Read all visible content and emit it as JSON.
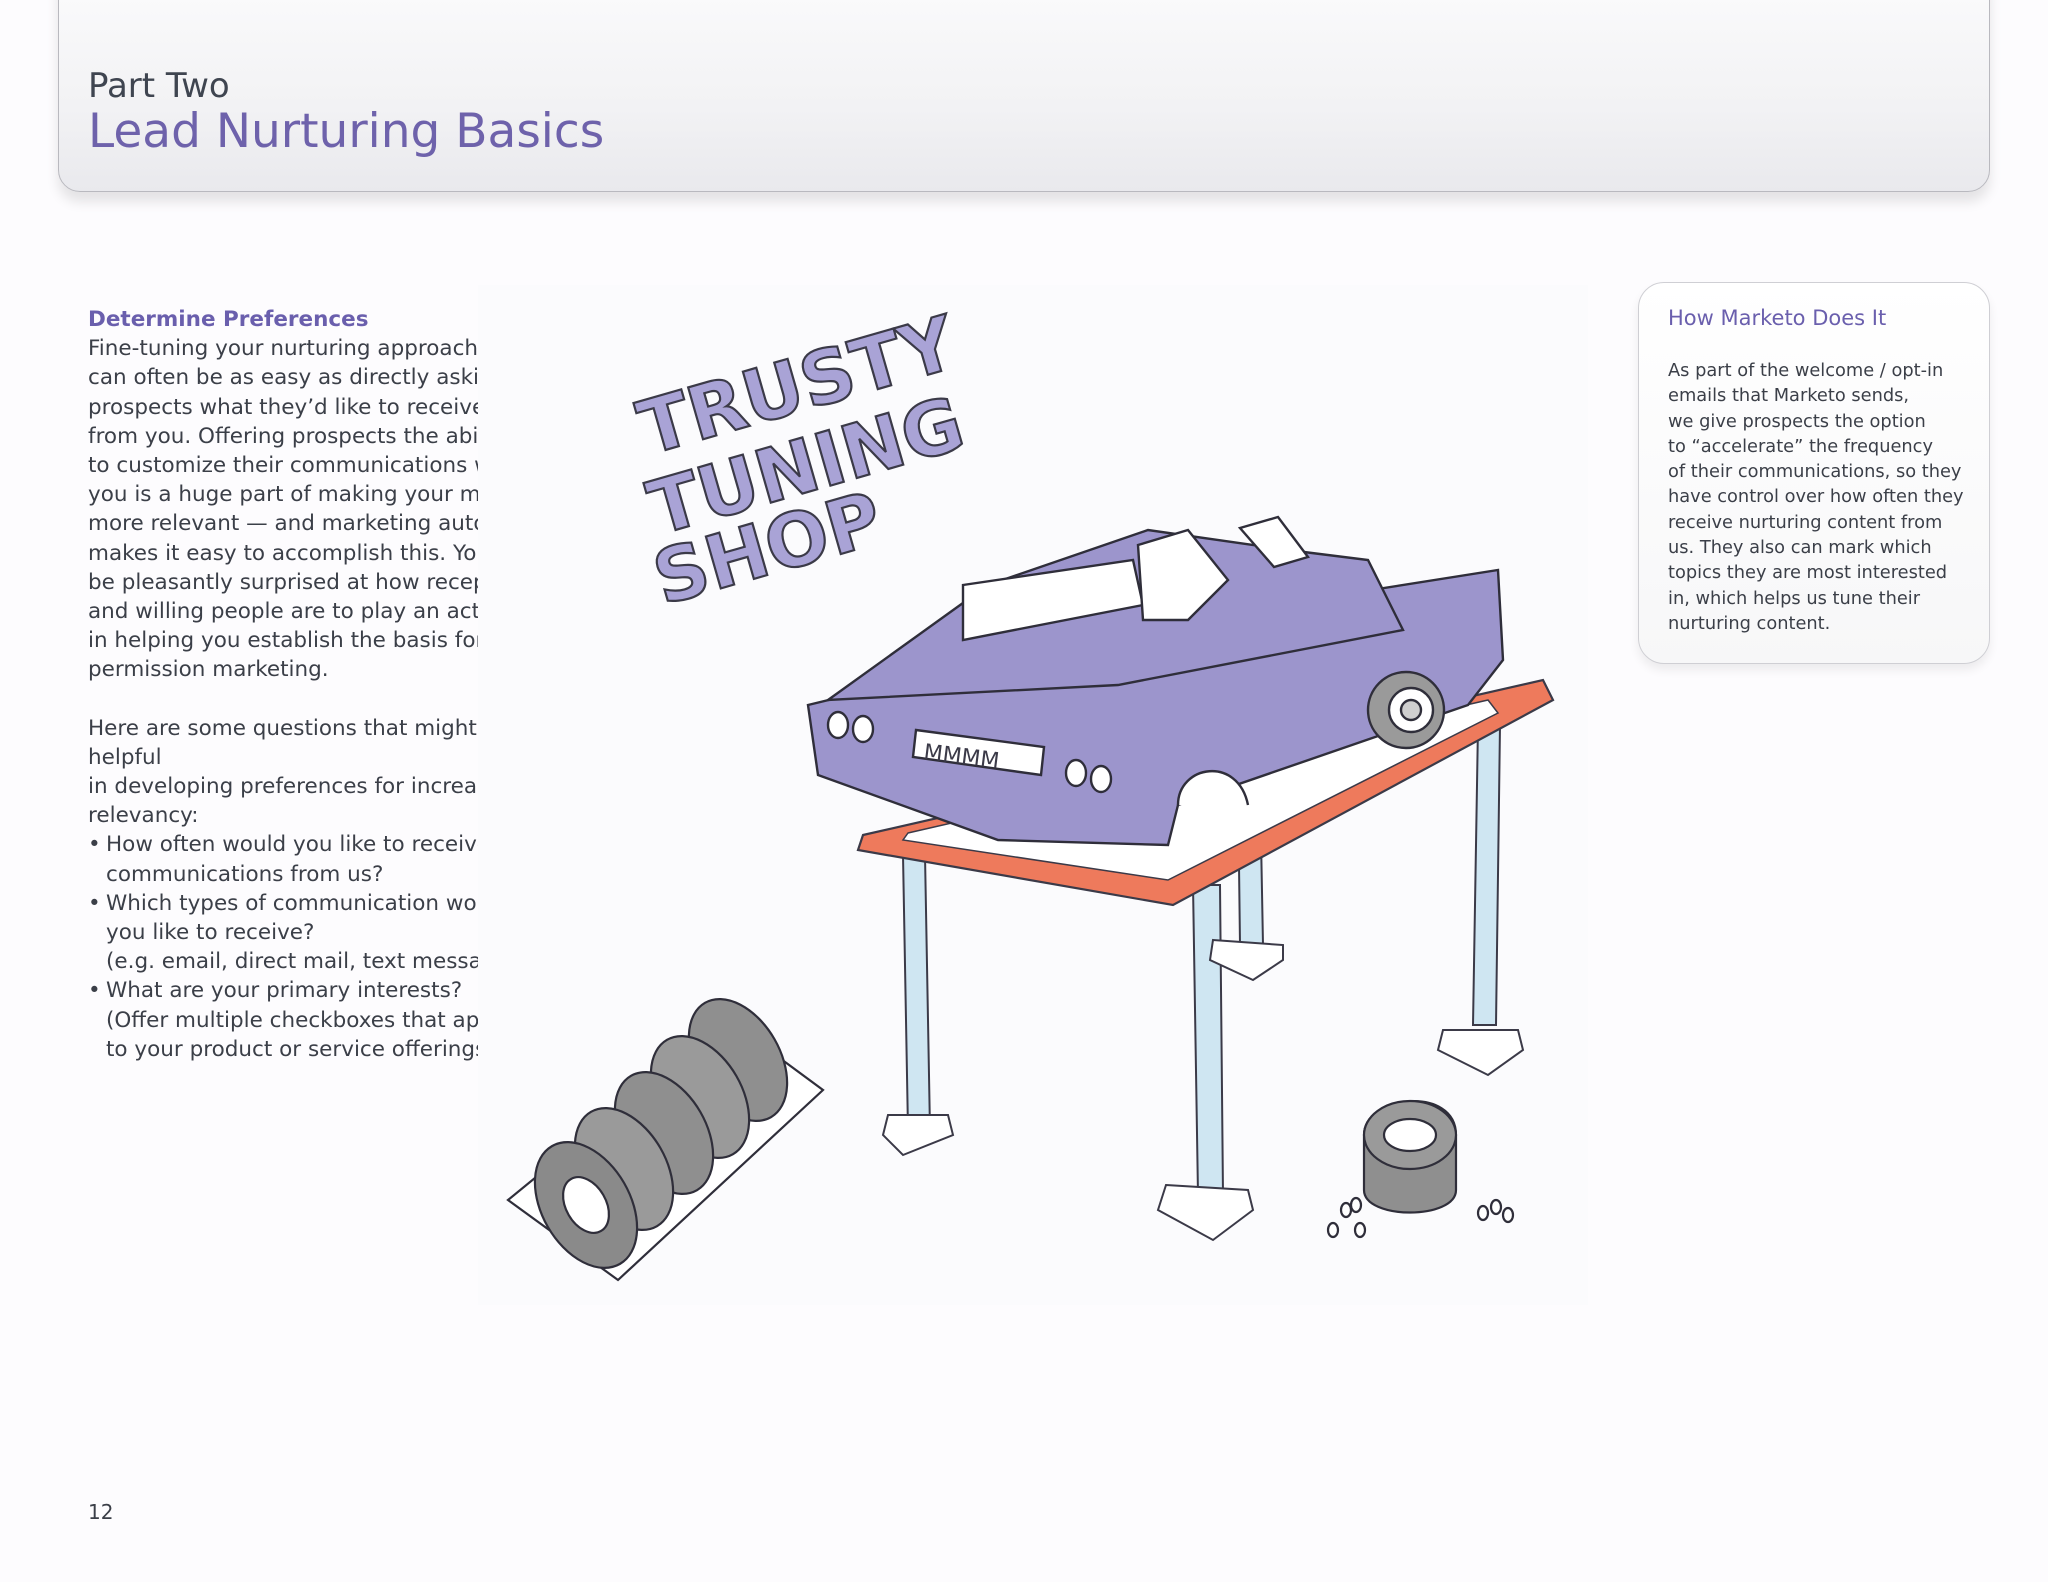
{
  "header": {
    "part_label": "Part Two",
    "title": "Lead Nurturing Basics"
  },
  "main": {
    "section_heading": "Determine Preferences",
    "paragraph_1": "Fine-tuning your nurturing approaches\ncan often be as easy as directly asking\nprospects what they’d like to receive\nfrom you. Offering prospects the ability\nto customize their communications with\nyou is a huge part of making your marketing\nmore relevant — and marketing automation\nmakes it easy to accomplish this. You might\nbe pleasantly surprised at how receptive\nand willing people are to play an active role\nin helping you establish the basis for your\npermission marketing.",
    "paragraph_2": "Here are some questions that might be helpful\nin developing preferences for increasing\nrelevancy:",
    "questions": [
      "How often would you like to receive\ncommunications from us?",
      "Which types of communication would\nyou like to receive?\n(e.g. email, direct mail, text messages, etc.)",
      "What are your primary interests?\n(Offer multiple checkboxes that apply\nto your product or service offerings)"
    ]
  },
  "illustration": {
    "sign_lines": [
      "TRUSTY",
      "TUNING",
      "SHOP"
    ],
    "plate_text": "MMMM"
  },
  "sidebar": {
    "title": "How Marketo Does It",
    "body": "As part of the welcome / opt-in\nemails that Marketo sends,\nwe give prospects the option\nto “accelerate” the frequency\nof their communications, so they\nhave control over how often they\nreceive nurturing content from\nus. They also can mark which\ntopics they are most interested\nin, which helps us tune their\nnurturing content."
  },
  "footer": {
    "page_number": "12"
  },
  "colors": {
    "accent_purple": "#6e62ab",
    "car_purple": "#9c95cc",
    "lift_orange": "#ee7a5c",
    "post_blue": "#cfe6f2"
  }
}
